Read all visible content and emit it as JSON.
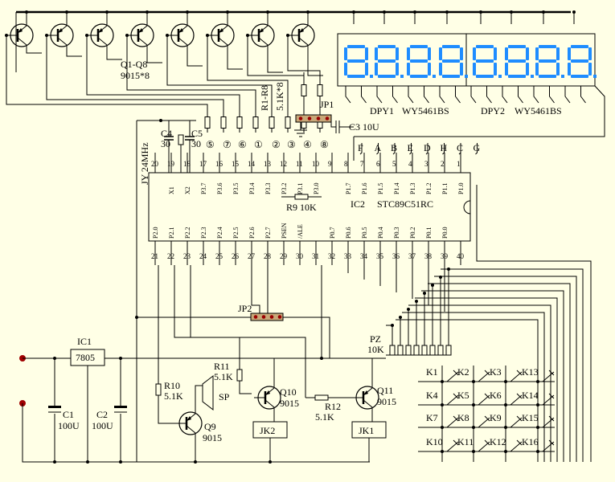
{
  "labels": {
    "transistors_q1_q8": "Q1-Q8",
    "transistor_type": "9015*8",
    "resistors_r1_r8": "R1-R8",
    "resistor_value": "5.1K*8",
    "jp1": "JP1",
    "c3": "C3 10U",
    "dpy1": "DPY1",
    "dpy1_part": "WY5461BS",
    "dpy2": "DPY2",
    "dpy2_part": "WY5461BS",
    "c4": "C4",
    "c4_val": "30",
    "c5": "C5",
    "c5_val": "30",
    "crystal": "JY 24MHz",
    "ic2": "IC2",
    "ic2_part": "STC89C51RC",
    "r9": "R9 10K",
    "jp2": "JP2",
    "pz": "PZ",
    "pz_val": "10K",
    "ic1": "IC1",
    "regulator": "7805",
    "c1": "C1",
    "c1_val": "100U",
    "c2": "C2",
    "c2_val": "100U",
    "r10": "R10",
    "r10_val": "5.1K",
    "r11": "R11",
    "r11_val": "5.1K",
    "r12": "R12",
    "r12_val": "5.1K",
    "sp": "SP",
    "q9": "Q9",
    "q9_type": "9015",
    "q10": "Q10",
    "q10_type": "9015",
    "q11": "Q11",
    "q11_type": "9015",
    "jk1": "JK1",
    "jk2": "JK2"
  },
  "seg_letters": [
    "F",
    "A",
    "B",
    "E",
    "D",
    "H",
    "C",
    "G"
  ],
  "circled_digits": [
    "⑤",
    "⑦",
    "⑥",
    "①",
    "②",
    "③",
    "④",
    "⑧"
  ],
  "ic_top_pin_numbers": [
    "20",
    "19",
    "18",
    "17",
    "16",
    "15",
    "14",
    "13",
    "12",
    "11",
    "10",
    "9",
    "8",
    "7",
    "6",
    "5",
    "4",
    "3",
    "2",
    "1"
  ],
  "ic_top_pin_names": [
    "",
    "X1",
    "X2",
    "P3.7",
    "P3.6",
    "P3.5",
    "P3.4",
    "P3.3",
    "P3.2",
    "P3.1",
    "P3.0",
    "",
    "P1.7",
    "P1.6",
    "P1.5",
    "P1.4",
    "P1.3",
    "P1.2",
    "P1.1",
    "P1.0"
  ],
  "ic_bottom_pin_numbers": [
    "21",
    "22",
    "23",
    "24",
    "25",
    "26",
    "27",
    "28",
    "29",
    "30",
    "31",
    "32",
    "33",
    "34",
    "35",
    "36",
    "37",
    "38",
    "39",
    "40"
  ],
  "ic_bottom_pin_names": [
    "P2.0",
    "P2.1",
    "P2.2",
    "P2.3",
    "P2.4",
    "P2.5",
    "P2.6",
    "P2.7",
    "PSEN",
    "/ALE",
    "",
    "P0.7",
    "P0.6",
    "P0.5",
    "P0.4",
    "P0.3",
    "P0.2",
    "P0.1",
    "P0.0",
    ""
  ],
  "keys": [
    "K1",
    "K2",
    "K3",
    "K13",
    "K4",
    "K5",
    "K6",
    "K14",
    "K7",
    "K8",
    "K9",
    "K15",
    "K10",
    "K11",
    "K12",
    "K16"
  ]
}
